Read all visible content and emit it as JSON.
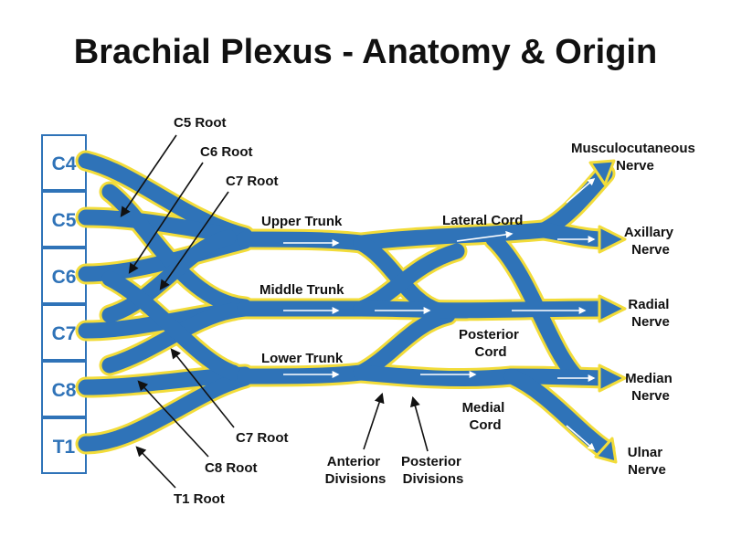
{
  "title": "Brachial Plexus - Anatomy & Origin",
  "colors": {
    "nerve_fill": "#2f73b8",
    "nerve_outline": "#f2dc3a",
    "vertebra_text": "#2f73b8",
    "vertebra_border": "#2f73b8",
    "label_text": "#111111"
  },
  "vertebrae": [
    "C4",
    "C5",
    "C6",
    "C7",
    "C8",
    "T1"
  ],
  "labels": {
    "c5_root": "C5 Root",
    "c6_root": "C6 Root",
    "c7_root_top": "C7 Root",
    "c7_root_bottom": "C7 Root",
    "c8_root": "C8 Root",
    "t1_root": "T1 Root",
    "upper_trunk": "Upper Trunk",
    "middle_trunk": "Middle Trunk",
    "lower_trunk": "Lower Trunk",
    "lateral_cord": "Lateral Cord",
    "posterior_cord": [
      "Posterior",
      "Cord"
    ],
    "medial_cord": [
      "Medial",
      "Cord"
    ],
    "anterior_divisions": [
      "Anterior",
      "Divisions"
    ],
    "posterior_divisions": [
      "Posterior",
      "Divisions"
    ]
  },
  "nerves": {
    "musculocutaneous": [
      "Musculocutaneous",
      "Nerve"
    ],
    "axillary": [
      "Axillary",
      "Nerve"
    ],
    "radial": [
      "Radial",
      "Nerve"
    ],
    "median": [
      "Median",
      "Nerve"
    ],
    "ulnar": [
      "Ulnar",
      "Nerve"
    ]
  }
}
